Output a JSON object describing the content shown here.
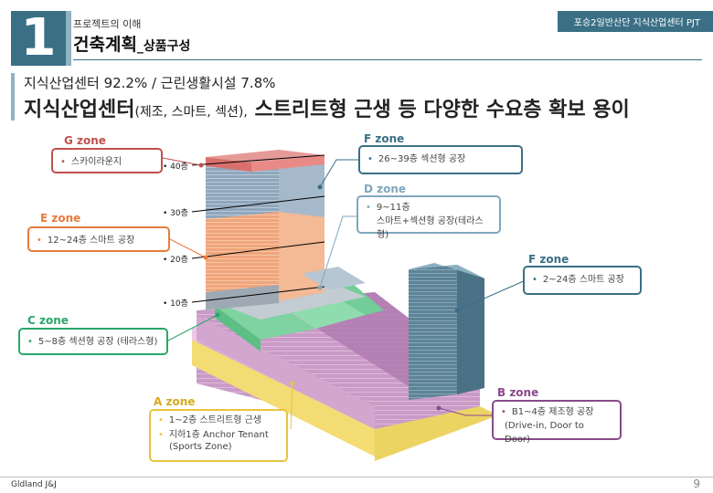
{
  "header": {
    "section_number": "1",
    "kicker": "프로젝트의 이해",
    "title": "건축계획",
    "title_suffix": "_상품구성",
    "project_name": "포승2일반산단 지식산업센터 PJT"
  },
  "headline": {
    "line1": "지식산업센터 92.2% / 근린생활시설 7.8%",
    "line2_main": "지식산업센터",
    "line2_small": "(제조, 스마트, 섹션),",
    "line2_rest": " 스트리트형 근생 등 다양한 수요층 확보 용이"
  },
  "floors": [
    "40층",
    "30층",
    "20층",
    "10층"
  ],
  "zones": {
    "g": {
      "label": "G zone",
      "items": [
        "스카이라운지"
      ]
    },
    "f_tower1": {
      "label": "F zone",
      "items": [
        "26~39층  섹션형 공장"
      ]
    },
    "d": {
      "label": "D zone",
      "items": [
        "9~11층",
        "스마트+섹션형 공장(테라스형)"
      ]
    },
    "e": {
      "label": "E zone",
      "items": [
        "12~24층   스마트 공장"
      ]
    },
    "f_tower2": {
      "label": "F zone",
      "items": [
        "2~24층 스마트 공장"
      ]
    },
    "c": {
      "label": "C zone",
      "items": [
        "5~8층   섹션형 공장 (테라스형)"
      ]
    },
    "a": {
      "label": "A zone",
      "items": [
        "1~2층 스트리트형 근생",
        "지하1층 Anchor Tenant",
        "(Sports Zone)"
      ]
    },
    "b": {
      "label": "B zone",
      "items": [
        "B1~4층   제조형 공장",
        "(Drive-in, Door to Door)"
      ]
    }
  },
  "colors": {
    "accent": "#3a6f86",
    "g": "#c0504d",
    "f": "#3a6f86",
    "d": "#7fa7bd",
    "e": "#e87b3c",
    "c": "#2aa66a",
    "a": "#e8c440",
    "b": "#8a4a8a"
  },
  "footer": {
    "company": "Gldland J&J",
    "page": "9"
  }
}
